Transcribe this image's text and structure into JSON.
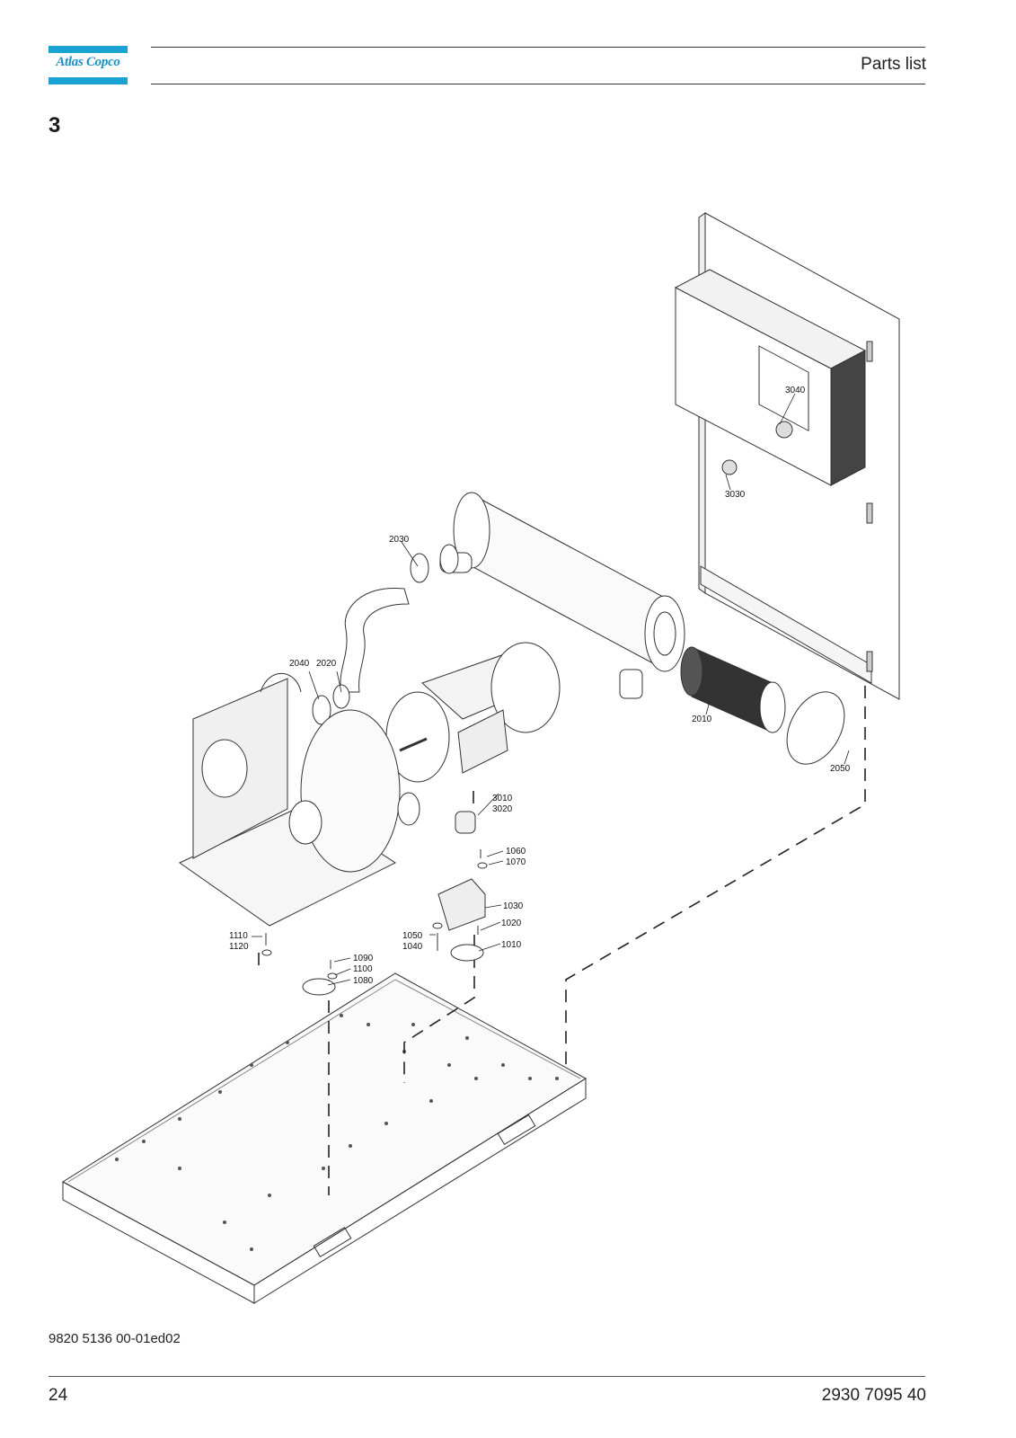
{
  "header": {
    "brand": "Atlas Copco",
    "title": "Parts list"
  },
  "section": {
    "number": "3"
  },
  "diagram": {
    "callouts": [
      "3040",
      "3030",
      "2030",
      "2040",
      "2020",
      "2010",
      "2050",
      "3010",
      "3020",
      "1060",
      "1070",
      "1030",
      "1020",
      "1010",
      "1050",
      "1040",
      "1110",
      "1120",
      "1090",
      "1100",
      "1080"
    ]
  },
  "footer": {
    "doc_code": "9820 5136 00-01ed02",
    "page_number": "24",
    "part_number": "2930 7095 40"
  },
  "colors": {
    "brand_blue": "#1aa3d2",
    "text": "#1a1a1a"
  }
}
